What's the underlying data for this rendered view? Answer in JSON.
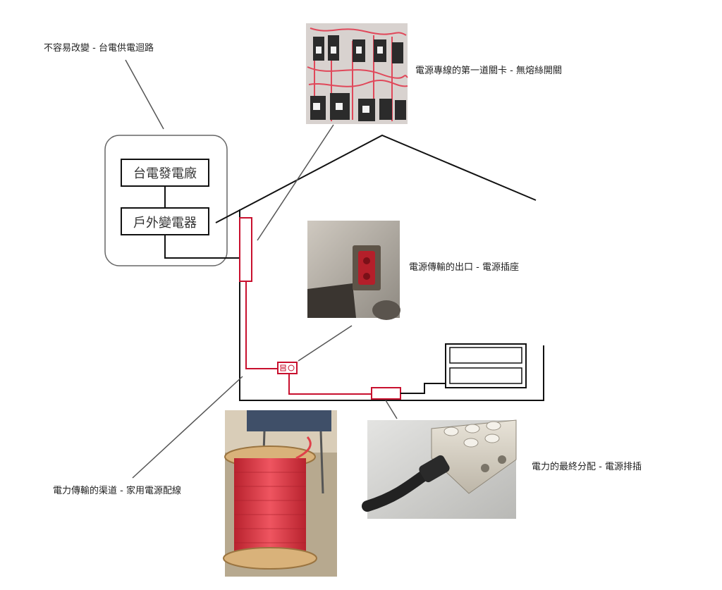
{
  "grid_label": "不容易改變 - 台電供電迴路",
  "power_plant": "台電發電廠",
  "transformer": "戶外變電器",
  "breaker_label": "電源專線的第一道關卡 - 無熔絲開關",
  "outlet_label": "電源傳輸的出口 - 電源插座",
  "wiring_label": "電力傳輸的渠道 - 家用電源配線",
  "strip_label": "電力的最終分配 - 電源排插",
  "colors": {
    "wire": "#c8102e",
    "line": "#111111",
    "callout": "#555555",
    "cable_red": "#e0404a",
    "spool_wood": "#d9b27a"
  },
  "icons": {
    "breaker_photo": "breaker-panel-photo",
    "outlet_photo": "wall-outlet-photo",
    "spool_photo": "wire-spool-photo",
    "strip_photo": "power-strip-photo"
  }
}
